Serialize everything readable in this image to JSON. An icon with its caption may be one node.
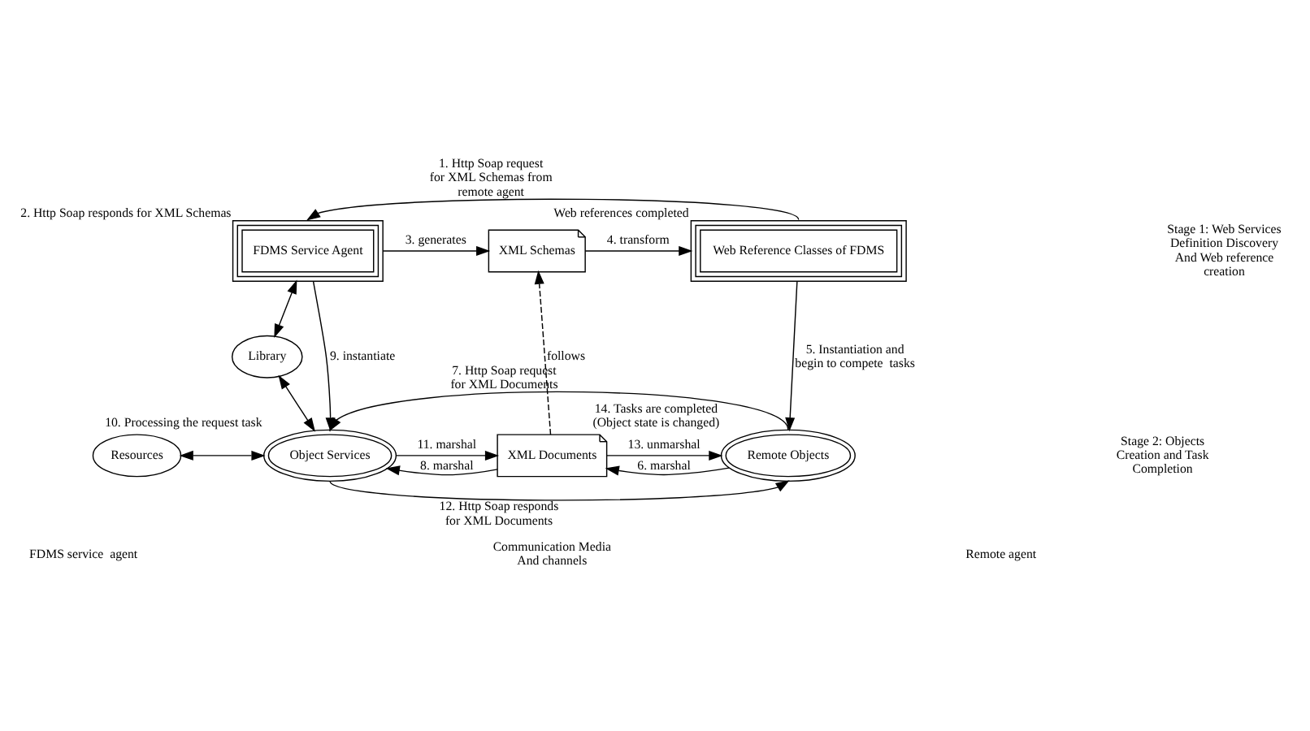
{
  "diagram": {
    "nodes": [
      {
        "text": [
          "FDMS Service Agent"
        ],
        "beside": [
          "2. Http Soap responds for XML Schemas"
        ]
      },
      {
        "text": [
          "XML Schemas"
        ]
      },
      {
        "text": [
          "Web Reference Classes of FDMS"
        ],
        "beside": [
          "Web references completed"
        ]
      },
      {
        "text": [
          "Library"
        ]
      },
      {
        "text": [
          "Resources"
        ]
      },
      {
        "text": [
          "Object Services"
        ],
        "beside": [
          "10. Processing the request task"
        ]
      },
      {
        "text": [
          "XML Documents"
        ]
      },
      {
        "text": [
          "Remote Objects"
        ],
        "beside": [
          "14. Tasks are completed",
          "(Object state is changed)"
        ]
      }
    ],
    "edges": [
      {
        "from": 2,
        "to": 0,
        "arrow": "to",
        "label": "1. Http Soap request for XML Schemas from remote agent"
      },
      {
        "from": 0,
        "to": 1,
        "arrow": "to",
        "label": "3. generates"
      },
      {
        "from": 1,
        "to": 2,
        "arrow": "to",
        "label": "4. transform"
      },
      {
        "from": 0,
        "to": 3,
        "arrow": "both"
      },
      {
        "from": 0,
        "to": 5,
        "arrow": "to",
        "label": "9. instantiate"
      },
      {
        "from": 2,
        "to": 7,
        "arrow": "to",
        "label": "5. Instantiation and begin to compete  tasks"
      },
      {
        "from": 6,
        "to": 1,
        "arrow": "to",
        "label": "follows",
        "style": "dashed"
      },
      {
        "from": 3,
        "to": 5,
        "arrow": "both"
      },
      {
        "from": 4,
        "to": 5,
        "arrow": "both"
      },
      {
        "from": 7,
        "to": 5,
        "arrow": "to",
        "label": "7. Http Soap request for XML Documents"
      },
      {
        "from": 7,
        "to": 6,
        "arrow": "to",
        "label": "6. marshal"
      },
      {
        "from": 6,
        "to": 5,
        "arrow": "to",
        "label": "8. marshal"
      },
      {
        "from": 5,
        "to": 6,
        "arrow": "to",
        "label": "11. marshal"
      },
      {
        "from": 5,
        "to": 7,
        "arrow": "to",
        "label": "12. Http Soap responds for XML Documents"
      },
      {
        "from": 6,
        "to": 7,
        "arrow": "to",
        "label": "13. unmarshal"
      }
    ],
    "labels": [
      "Stage 1: Web Services Definition Discovery And Web reference creation",
      "Stage 2: Objects Creation and Task Completion",
      "FDMS service  agent",
      "Communication Media And channels",
      "Remote agent"
    ]
  }
}
